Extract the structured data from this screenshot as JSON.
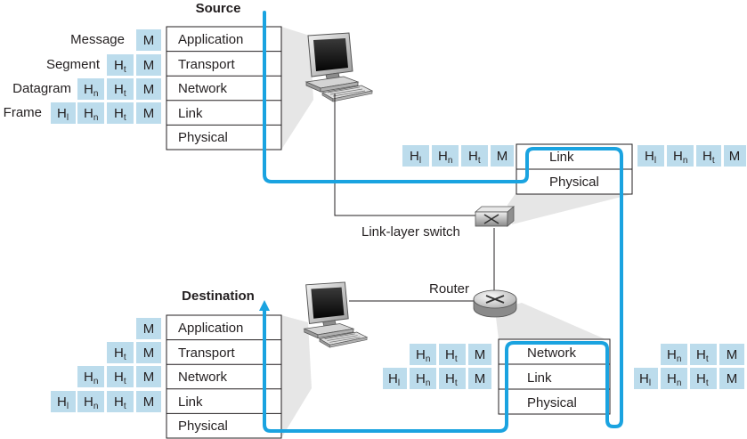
{
  "labels": {
    "source": "Source",
    "destination": "Destination",
    "switch": "Link-layer switch",
    "router": "Router"
  },
  "host_layers": [
    "Application",
    "Transport",
    "Network",
    "Link",
    "Physical"
  ],
  "switch_layers": [
    "Link",
    "Physical"
  ],
  "router_layers": [
    "Network",
    "Link",
    "Physical"
  ],
  "pdu_names": [
    "Message",
    "Segment",
    "Datagram",
    "Frame"
  ],
  "headers": {
    "M": "M",
    "H": "H",
    "t": "t",
    "n": "n",
    "l": "l"
  },
  "colors": {
    "path": "#1aa3e0",
    "header_cell": "#bcdcec",
    "beam": "#e6e6e6"
  },
  "icons": [
    "computer-icon",
    "switch-icon",
    "router-icon"
  ]
}
